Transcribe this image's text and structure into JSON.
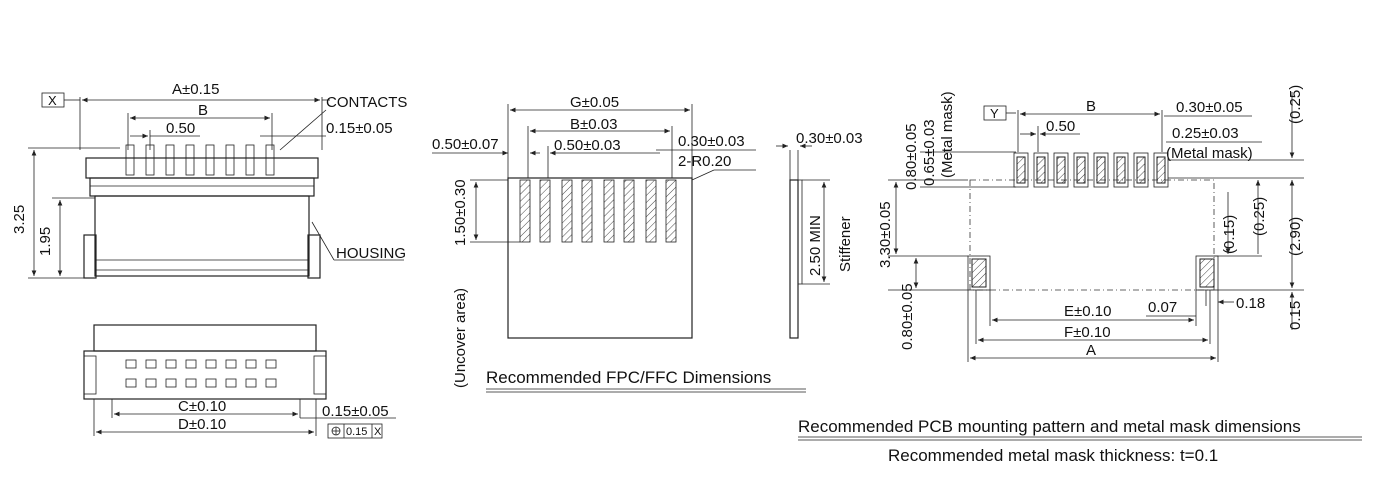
{
  "left_view": {
    "dim_a": "A±0.15",
    "dim_b": "B",
    "pitch": "0.50",
    "contacts_label": "CONTACTS",
    "contact_width": "0.15±0.05",
    "height_total": "3.25",
    "height_partial": "1.95",
    "housing_label": "HOUSING",
    "datum_x": "X"
  },
  "bottom_left_view": {
    "dim_c": "C±0.10",
    "dim_d": "D±0.10",
    "tolerance": "0.15±0.05",
    "position_tol_value": "0.15",
    "position_tol_datum": "X"
  },
  "fpc_view": {
    "dim_g": "G±0.05",
    "dim_b": "B±0.03",
    "edge": "0.50±0.07",
    "pitch": "0.50±0.03",
    "finger_width": "0.30±0.03",
    "corner_radius": "2-R0.20",
    "finger_length": "1.50±0.30",
    "uncover_area": "(Uncover area)",
    "thickness": "0.30±0.03",
    "stiffener_len": "2.50 MIN",
    "stiffener_label": "Stiffener",
    "caption": "Recommended FPC/FFC Dimensions"
  },
  "pcb_view": {
    "datum_y": "Y",
    "dim_b": "B",
    "pitch": "0.50",
    "pad_width": "0.30±0.05",
    "mask_width": "0.25±0.03",
    "mask_width_note": "(Metal mask)",
    "pad_height": "0.80±0.05",
    "mask_height": "0.65±0.03",
    "mask_height_note": "(Metal mask)",
    "ref_025_top": "(0.25)",
    "ref_025_mid": "(0.25)",
    "ref_015": "(0.15)",
    "ref_290": "(2.90)",
    "dim_015": "0.15",
    "dim_330": "3.30±0.05",
    "dim_080_bottom": "0.80±0.05",
    "dim_e": "E±0.10",
    "dim_007": "0.07",
    "dim_018": "0.18",
    "dim_f": "F±0.10",
    "dim_a": "A",
    "caption": "Recommended PCB mounting pattern and metal mask dimensions",
    "mask_thickness_note": "Recommended metal mask thickness: t=0.1"
  }
}
